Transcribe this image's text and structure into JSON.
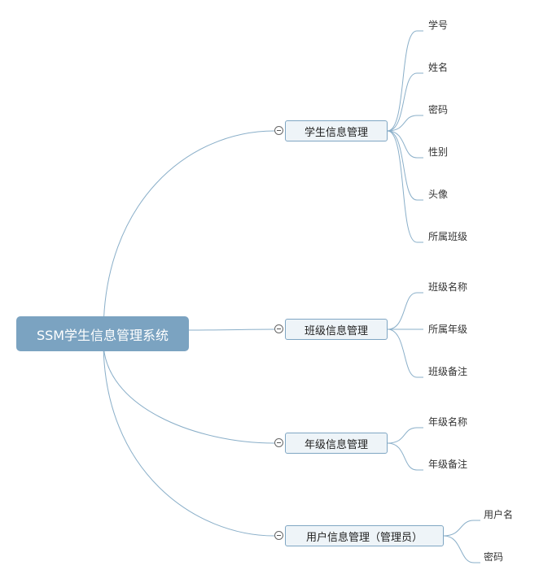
{
  "root": {
    "label": "SSM学生信息管理系统"
  },
  "branches": [
    {
      "label": "学生信息管理",
      "children": [
        "学号",
        "姓名",
        "密码",
        "性别",
        "头像",
        "所属班级"
      ]
    },
    {
      "label": "班级信息管理",
      "children": [
        "班级名称",
        "所属年级",
        "班级备注"
      ]
    },
    {
      "label": "年级信息管理",
      "children": [
        "年级名称",
        "年级备注"
      ]
    },
    {
      "label": "用户信息管理（管理员）",
      "children": [
        "用户名",
        "密码"
      ]
    }
  ],
  "colors": {
    "root_fill": "#7ba3c1",
    "branch_fill": "#eef4f8",
    "branch_border": "#7fa6c3",
    "connector": "#8aafc9"
  }
}
